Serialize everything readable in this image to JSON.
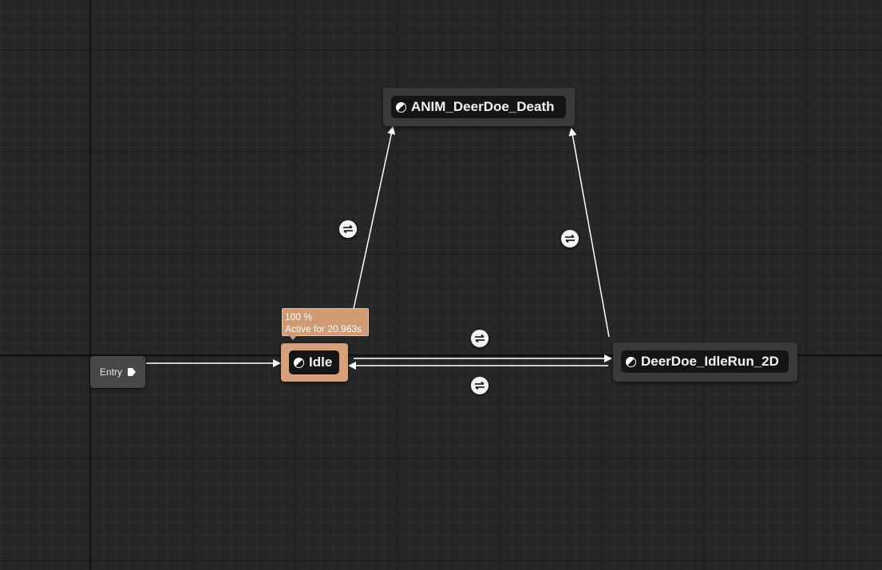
{
  "graph": {
    "entry_label": "Entry",
    "states": {
      "death": {
        "label": "ANIM_DeerDoe_Death"
      },
      "idle": {
        "label": "Idle"
      },
      "idle_run": {
        "label": "DeerDoe_IdleRun_2D"
      }
    },
    "active_tooltip": {
      "weight": "100 %",
      "active_time": "Active for 20,963s"
    },
    "colors": {
      "background": "#262626",
      "node": "#3a3a3a",
      "active_node": "#d7a07a",
      "wire": "#ffffff"
    },
    "icons": {
      "state": "half-filled-circle-icon",
      "transition": "transition-arrows-icon",
      "entry_pin": "exec-pin-icon"
    }
  }
}
